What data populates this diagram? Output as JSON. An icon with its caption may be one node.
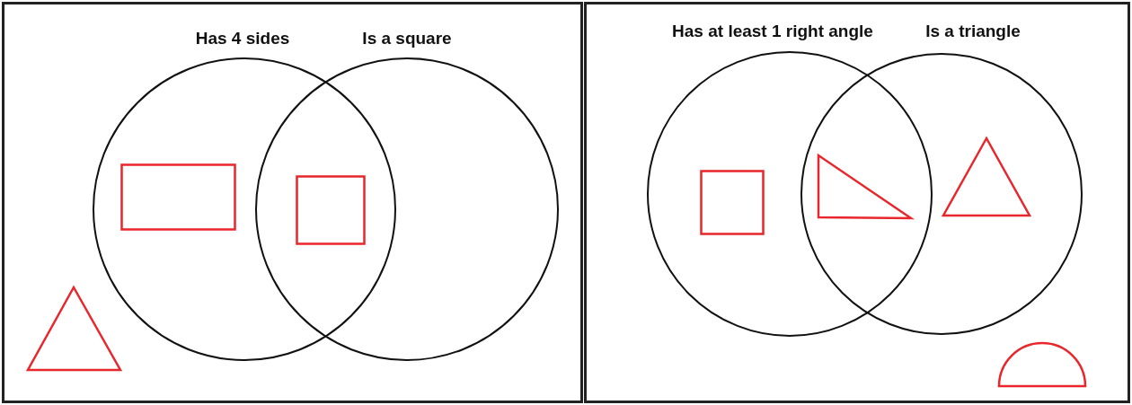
{
  "diagram": {
    "nodes": [
      {
        "text": [],
        "shape": "box"
      },
      {
        "text": [
          "Has 4 sides"
        ],
        "in": 0
      },
      {
        "text": [
          "Is a square"
        ],
        "in": 0
      },
      {
        "text": [],
        "shape": "rectangle",
        "in": 1
      },
      {
        "text": [],
        "shape": "square"
      },
      {
        "text": [],
        "shape": "triangle",
        "in": 0
      },
      {
        "text": [],
        "shape": "box"
      },
      {
        "text": [
          "Has at least 1 right angle"
        ],
        "in": 6
      },
      {
        "text": [
          "Is a triangle"
        ],
        "in": 6
      },
      {
        "text": [],
        "shape": "square",
        "in": 7
      },
      {
        "text": [],
        "shape": "triangle"
      },
      {
        "text": [],
        "shape": "triangle",
        "in": 8
      },
      {
        "text": [],
        "shape": "semicircle",
        "in": 6
      }
    ],
    "edges": []
  }
}
